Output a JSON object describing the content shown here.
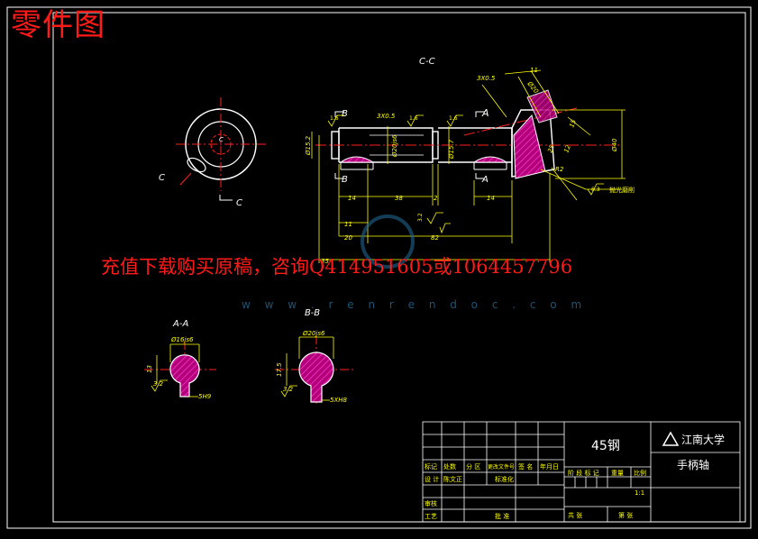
{
  "corner_label": "零件图",
  "watermark_text": "充值下载购买原稿，咨询Q414951605或1064457796",
  "watermark_url": "w w w . r e n r e n d o c . c o m",
  "views": {
    "main_section": "C-C",
    "section_a": "A-A",
    "section_b": "B-B",
    "cut_c": "C",
    "cut_a": "A",
    "cut_b": "B"
  },
  "dimensions": {
    "chamfer_left": "3X0.5",
    "chamfer_right": "3X0.5",
    "d_15_2": "Ø15.2",
    "d_20": "Ø20js6",
    "d_15_7": "Ø15.7",
    "d_40": "Ø40",
    "len_14a": "14",
    "len_38": "38",
    "len_2": "2",
    "len_14b": "14",
    "len_11": "11",
    "len_20": "20",
    "len_82": "82",
    "len_35": "35",
    "dim_11_top": "11",
    "dim_25": "25",
    "dim_15": "15",
    "dim_12": "12",
    "r2": "R2",
    "dim_20_dia": "Ø20",
    "sec_a_dia": "Ø16js6",
    "sec_a_key": "5H9",
    "sec_b_dia": "Ø20js6",
    "sec_b_key": "5XH8",
    "sec_a_depth": "13",
    "sec_b_depth": "17.5"
  },
  "roughness": {
    "r1": "1.6",
    "r2": "1.6",
    "r3": "1.6",
    "r4": "3.2",
    "r5": "6.3",
    "r6": "3.2",
    "r7": "3.2",
    "r8": "3.2"
  },
  "notes": {
    "surface_note": "抛光磨削"
  },
  "title_block": {
    "material": "45钢",
    "school": "江南大学",
    "part_name": "手柄轴",
    "header_cells": [
      "标记",
      "处数",
      "分 区",
      "更改文件号",
      "签 名",
      "年月日"
    ],
    "row_design": [
      "设 计",
      "陈文正",
      "标准化"
    ],
    "stage_headers": [
      "阶 段 标 记",
      "重量",
      "比例"
    ],
    "scale": "1:1",
    "review": "审核",
    "process": "工艺",
    "approve": "批 准",
    "sheets_total": "共    张",
    "sheet_no": "第    张"
  }
}
